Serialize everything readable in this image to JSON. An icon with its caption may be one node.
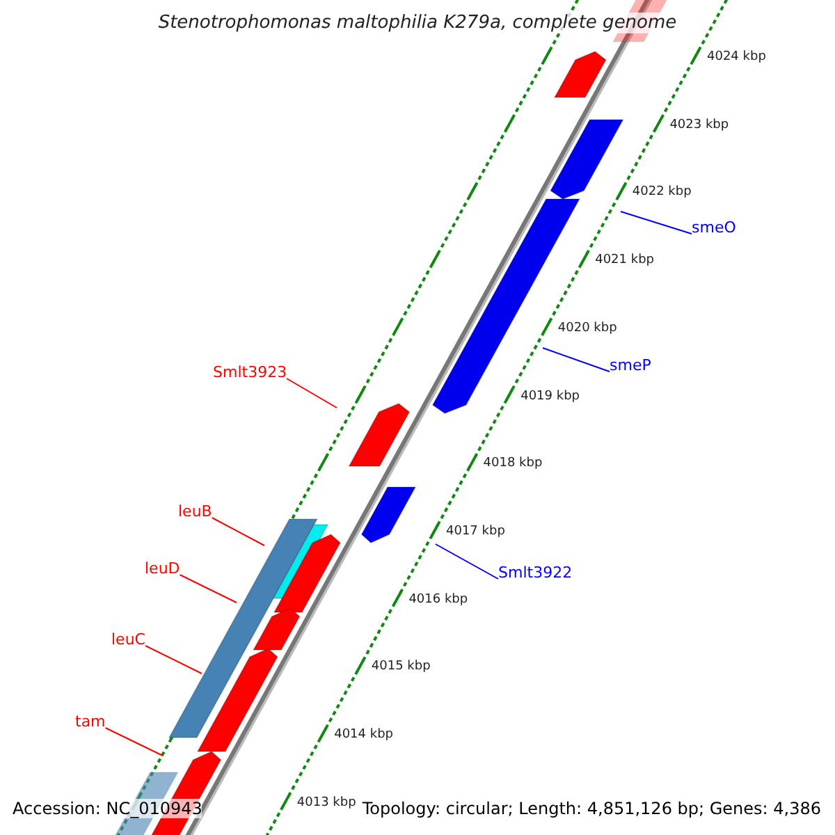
{
  "diagram": {
    "title": "Stenotrophomonas maltophilia K279a, complete genome",
    "nodes": [
      {
        "text": [
          "smeO"
        ]
      },
      {
        "text": [
          "smeP"
        ]
      },
      {
        "text": [
          "Smlt3923"
        ]
      },
      {
        "text": [
          "leuB"
        ]
      },
      {
        "text": [
          "leuD"
        ]
      },
      {
        "text": [
          "Smlt3922"
        ]
      },
      {
        "text": [
          "leuC"
        ]
      },
      {
        "text": [
          "tam"
        ]
      }
    ],
    "edges": [
      {
        "from": 0,
        "to": null,
        "arrow": "none",
        "color": "#0000ff"
      },
      {
        "from": 1,
        "to": null,
        "arrow": "none",
        "color": "#0000ff"
      },
      {
        "from": 2,
        "to": null,
        "arrow": "none"
      },
      {
        "from": 3,
        "to": null,
        "arrow": "none"
      },
      {
        "from": 4,
        "to": null,
        "arrow": "none"
      },
      {
        "from": 5,
        "to": null,
        "arrow": "none",
        "color": "#0000ff"
      },
      {
        "from": 6,
        "to": null,
        "arrow": "none"
      },
      {
        "from": 7,
        "to": null,
        "arrow": "none"
      }
    ],
    "labels": [
      "4024 kbp",
      "4023 kbp",
      "4022 kbp",
      "4021 kbp",
      "4020 kbp",
      "4019 kbp",
      "4018 kbp",
      "4017 kbp",
      "4016 kbp",
      "4015 kbp",
      "4014 kbp",
      "4013 kbp",
      "Accession: NC_010943",
      "Topology: circular; Length: 4,851,126 bp; Genes: 4,386"
    ]
  }
}
